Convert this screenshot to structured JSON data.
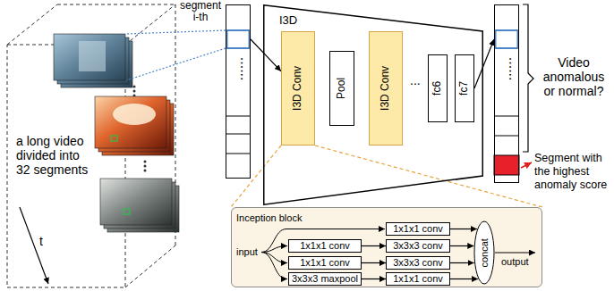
{
  "diagram": {
    "nodes": [
      {
        "text": [
          "......"
        ]
      },
      {
        "text": [
          "I3D"
        ]
      },
      {
        "text": [
          "I3D Conv"
        ],
        "in": 1
      },
      {
        "text": [
          "Pool"
        ],
        "in": 1
      },
      {
        "text": [
          "I3D Conv"
        ],
        "in": 1
      },
      {
        "text": [
          "fc6"
        ],
        "in": 1
      },
      {
        "text": [
          "fc7"
        ],
        "in": 1
      },
      {
        "text": [
          "......"
        ]
      },
      {
        "text": [
          "Inception block"
        ]
      },
      {
        "text": [
          "1x1x1 conv"
        ],
        "in": 8
      },
      {
        "text": [
          "1x1x1 conv"
        ],
        "in": 8
      },
      {
        "text": [
          "3x3x3 conv"
        ],
        "in": 8
      },
      {
        "text": [
          "1x1x1 conv"
        ],
        "in": 8
      },
      {
        "text": [
          "3x3x3 conv"
        ],
        "in": 8
      },
      {
        "text": [
          "3x3x3 maxpool"
        ],
        "in": 8
      },
      {
        "text": [
          "1x1x1 conv"
        ],
        "in": 8
      },
      {
        "text": [
          "concat"
        ],
        "in": 8
      }
    ],
    "edges": [
      {
        "from": 0,
        "to": 2,
        "arrow": "to"
      },
      {
        "from": 6,
        "to": 7,
        "arrow": "to"
      },
      {
        "from": 10,
        "to": 11,
        "arrow": "to"
      },
      {
        "from": 12,
        "to": 13,
        "arrow": "to"
      },
      {
        "from": 14,
        "to": 15,
        "arrow": "to"
      },
      {
        "from": 9,
        "to": 16,
        "arrow": "to"
      },
      {
        "from": 11,
        "to": 16,
        "arrow": "to"
      },
      {
        "from": 13,
        "to": 16,
        "arrow": "to"
      },
      {
        "from": 15,
        "to": 16,
        "arrow": "to"
      }
    ],
    "labels": [
      "segment i-th",
      "a long video divided into 32 segments",
      "t",
      "...",
      "input",
      "output",
      "Video anomalous or normal?",
      "Segment with the highest anomaly score"
    ]
  }
}
